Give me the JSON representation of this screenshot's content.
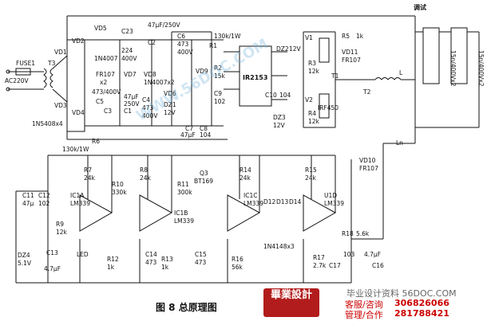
{
  "title": "调试",
  "caption": "图 8  总原理图",
  "labels": {
    "fuse": "FUSE1",
    "ac": "AC220V",
    "t3": "T3",
    "vd1": "VD1",
    "vd2": "VD2",
    "vd3": "VD3",
    "vd4": "VD4",
    "bridge": "1N5408x4",
    "vd5": "VD5",
    "vd5p": "1N4007",
    "c2": "C2",
    "c2v": "47μF/250V",
    "c23": "C23",
    "c23v": "224",
    "c23u": "400V",
    "c6": "C6",
    "c6v": "473",
    "c6u": "400V",
    "fr107": "FR107",
    "x2": "x2",
    "vd7": "VD7",
    "vd8": "VD8",
    "vd6": "VD6",
    "vd8p": "1N4007x2",
    "c5": "C5",
    "c5v": "473/400V",
    "c3": "C3",
    "c1": "C1",
    "c1v": "47μF",
    "c1u": "250V",
    "c4": "C4",
    "c4v": "473",
    "c4u": "400V",
    "vd9": "VD9",
    "dz1": "DZ1",
    "dz1v": "12V",
    "r1": "R1",
    "r1v": "130k/1W",
    "r2": "R2",
    "r2v": "15k",
    "c9": "C9",
    "c9v": "102",
    "ic": "IR2153",
    "c10": "C10",
    "c10v": "104",
    "dz2": "DZ2",
    "dz2v": "12V",
    "r3": "R3",
    "r3v": "12k",
    "dz3": "DZ3",
    "dz3v": "12V",
    "r4": "R4",
    "r4v": "12k",
    "v1": "V1",
    "v2": "V2",
    "irf": "IRF450",
    "r5": "R5",
    "r5v": "1k",
    "vd11": "VD11",
    "vd11p": "FR107",
    "t1": "T1",
    "t2": "T2",
    "l": "L",
    "ln": "Ln",
    "cap1": "15n/400Vx2",
    "cap2": "15n/400Vx2",
    "c7": "C7",
    "c7v": "47μF",
    "c8": "C8",
    "c8v": "104",
    "r6": "R6",
    "r6v": "130k/1W",
    "r7": "R7",
    "r7v": "24k",
    "r8": "R8",
    "r8v": "24k",
    "r10": "R10",
    "r10v": "330k",
    "r11": "R11",
    "r11v": "300k",
    "q3": "Q3",
    "q3p": "BT169",
    "r14": "R14",
    "r14v": "24k",
    "r15": "R15",
    "r15v": "24k",
    "vd10": "VD10",
    "vd10p": "FR107",
    "c11": "C11",
    "c11v": "47μ",
    "c12": "C12",
    "c12v": "102",
    "ic1a": "IC1A",
    "ic1b": "IC1B",
    "ic1c": "IC1C",
    "ic1d": "U1D",
    "lm339": "LM339",
    "r9": "R9",
    "r9v": "12k",
    "dz4": "DZ4",
    "dz4v": "5.1V",
    "c13": "C13",
    "c13v": "4.7μF",
    "led": "LED",
    "r12": "R12",
    "r12v": "1k",
    "c14": "C14",
    "c14v": "473",
    "r13": "R13",
    "r13v": "1k",
    "c15": "C15",
    "c15v": "473",
    "d12": "D12",
    "d13": "D13",
    "d14": "D14",
    "d14p": "1N4148x3",
    "r16": "R16",
    "r16v": "56k",
    "r18": "R18",
    "r18v": "5.6k",
    "r17": "R17",
    "r17v": "2.7k",
    "c17": "C17",
    "c17v": "103",
    "c16": "C16",
    "c16v": "4.7μF"
  },
  "watermark": {
    "logo": "畢業設計",
    "line1": "毕业设计资料 56DOC.COM",
    "kefu": "客服/咨询",
    "kefu_num": "306826066",
    "guanli": "管理/合作",
    "guanli_num": "281788421",
    "diag_text": "WWW.56DOC.COM"
  }
}
